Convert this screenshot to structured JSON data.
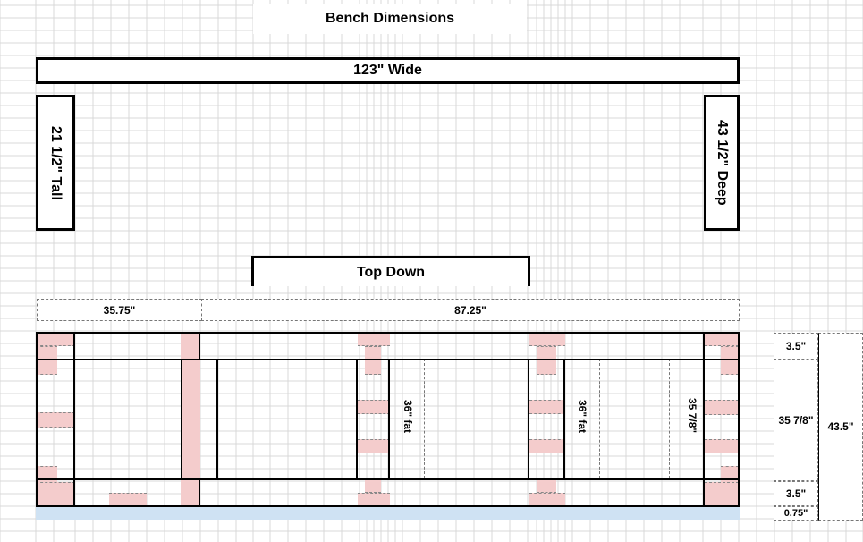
{
  "title": "Bench Dimensions",
  "wide_label": "123\" Wide",
  "tall_label": "21 1/2\" Tall",
  "deep_label": "43 1/2\" Deep",
  "top_down_label": "Top Down",
  "top_dims": {
    "left": "35.75\"",
    "right": "87.25\""
  },
  "inner_labels": {
    "fat1": "36\" fat",
    "fat2": "36\" fat",
    "fat3": "35 7/8\""
  },
  "side_dims": {
    "top": "3.5\"",
    "middle": "35 7/8\"",
    "bottom": "3.5\"",
    "trim": "0.75\"",
    "total": "43.5\""
  },
  "colors": {
    "grid": "#d9d9d9",
    "pink": "#f4cccc",
    "blue": "#cfe2f3",
    "border": "#000000"
  }
}
